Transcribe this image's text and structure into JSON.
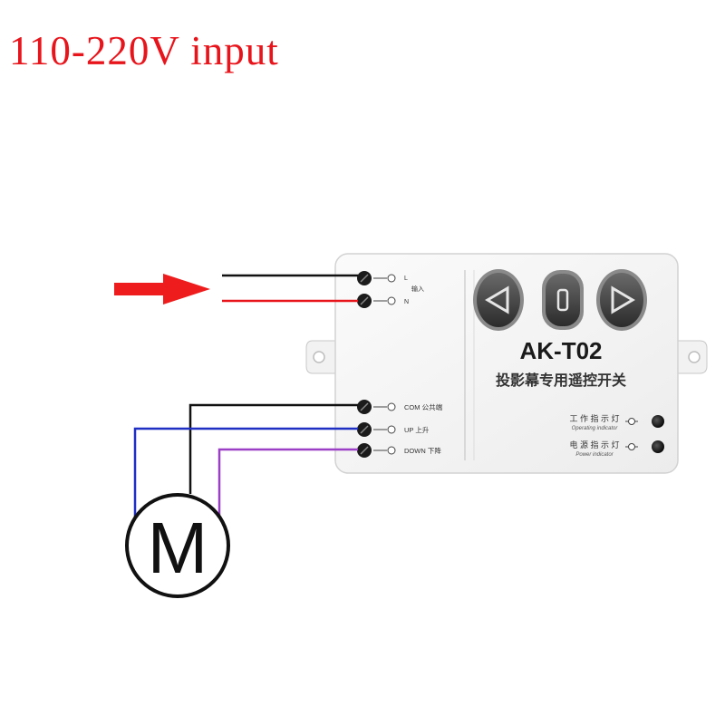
{
  "heading": "110-220V input",
  "device": {
    "model": "AK-T02",
    "subtitle": "投影幕专用遥控开关",
    "terminals": [
      {
        "label": "L",
        "sublabel": "输入"
      },
      {
        "label": "N",
        "sublabel": ""
      },
      {
        "label": "COM 公共端",
        "sublabel": ""
      },
      {
        "label": "UP 上升",
        "sublabel": ""
      },
      {
        "label": "DOWN 下降",
        "sublabel": ""
      }
    ],
    "indicators": [
      {
        "label": "工 作 指 示 灯",
        "sublabel": "Operating indicator"
      },
      {
        "label": "电 源 指 示 灯",
        "sublabel": "Power indicator"
      }
    ]
  },
  "motor": {
    "label": "M"
  },
  "colors": {
    "heading": "#e8141b",
    "arrow": "#ee1c1c",
    "wire_live": "#111111",
    "wire_neutral": "#e8141b",
    "wire_com": "#111111",
    "wire_up": "#1f2fc4",
    "wire_down": "#9b3fc6"
  }
}
